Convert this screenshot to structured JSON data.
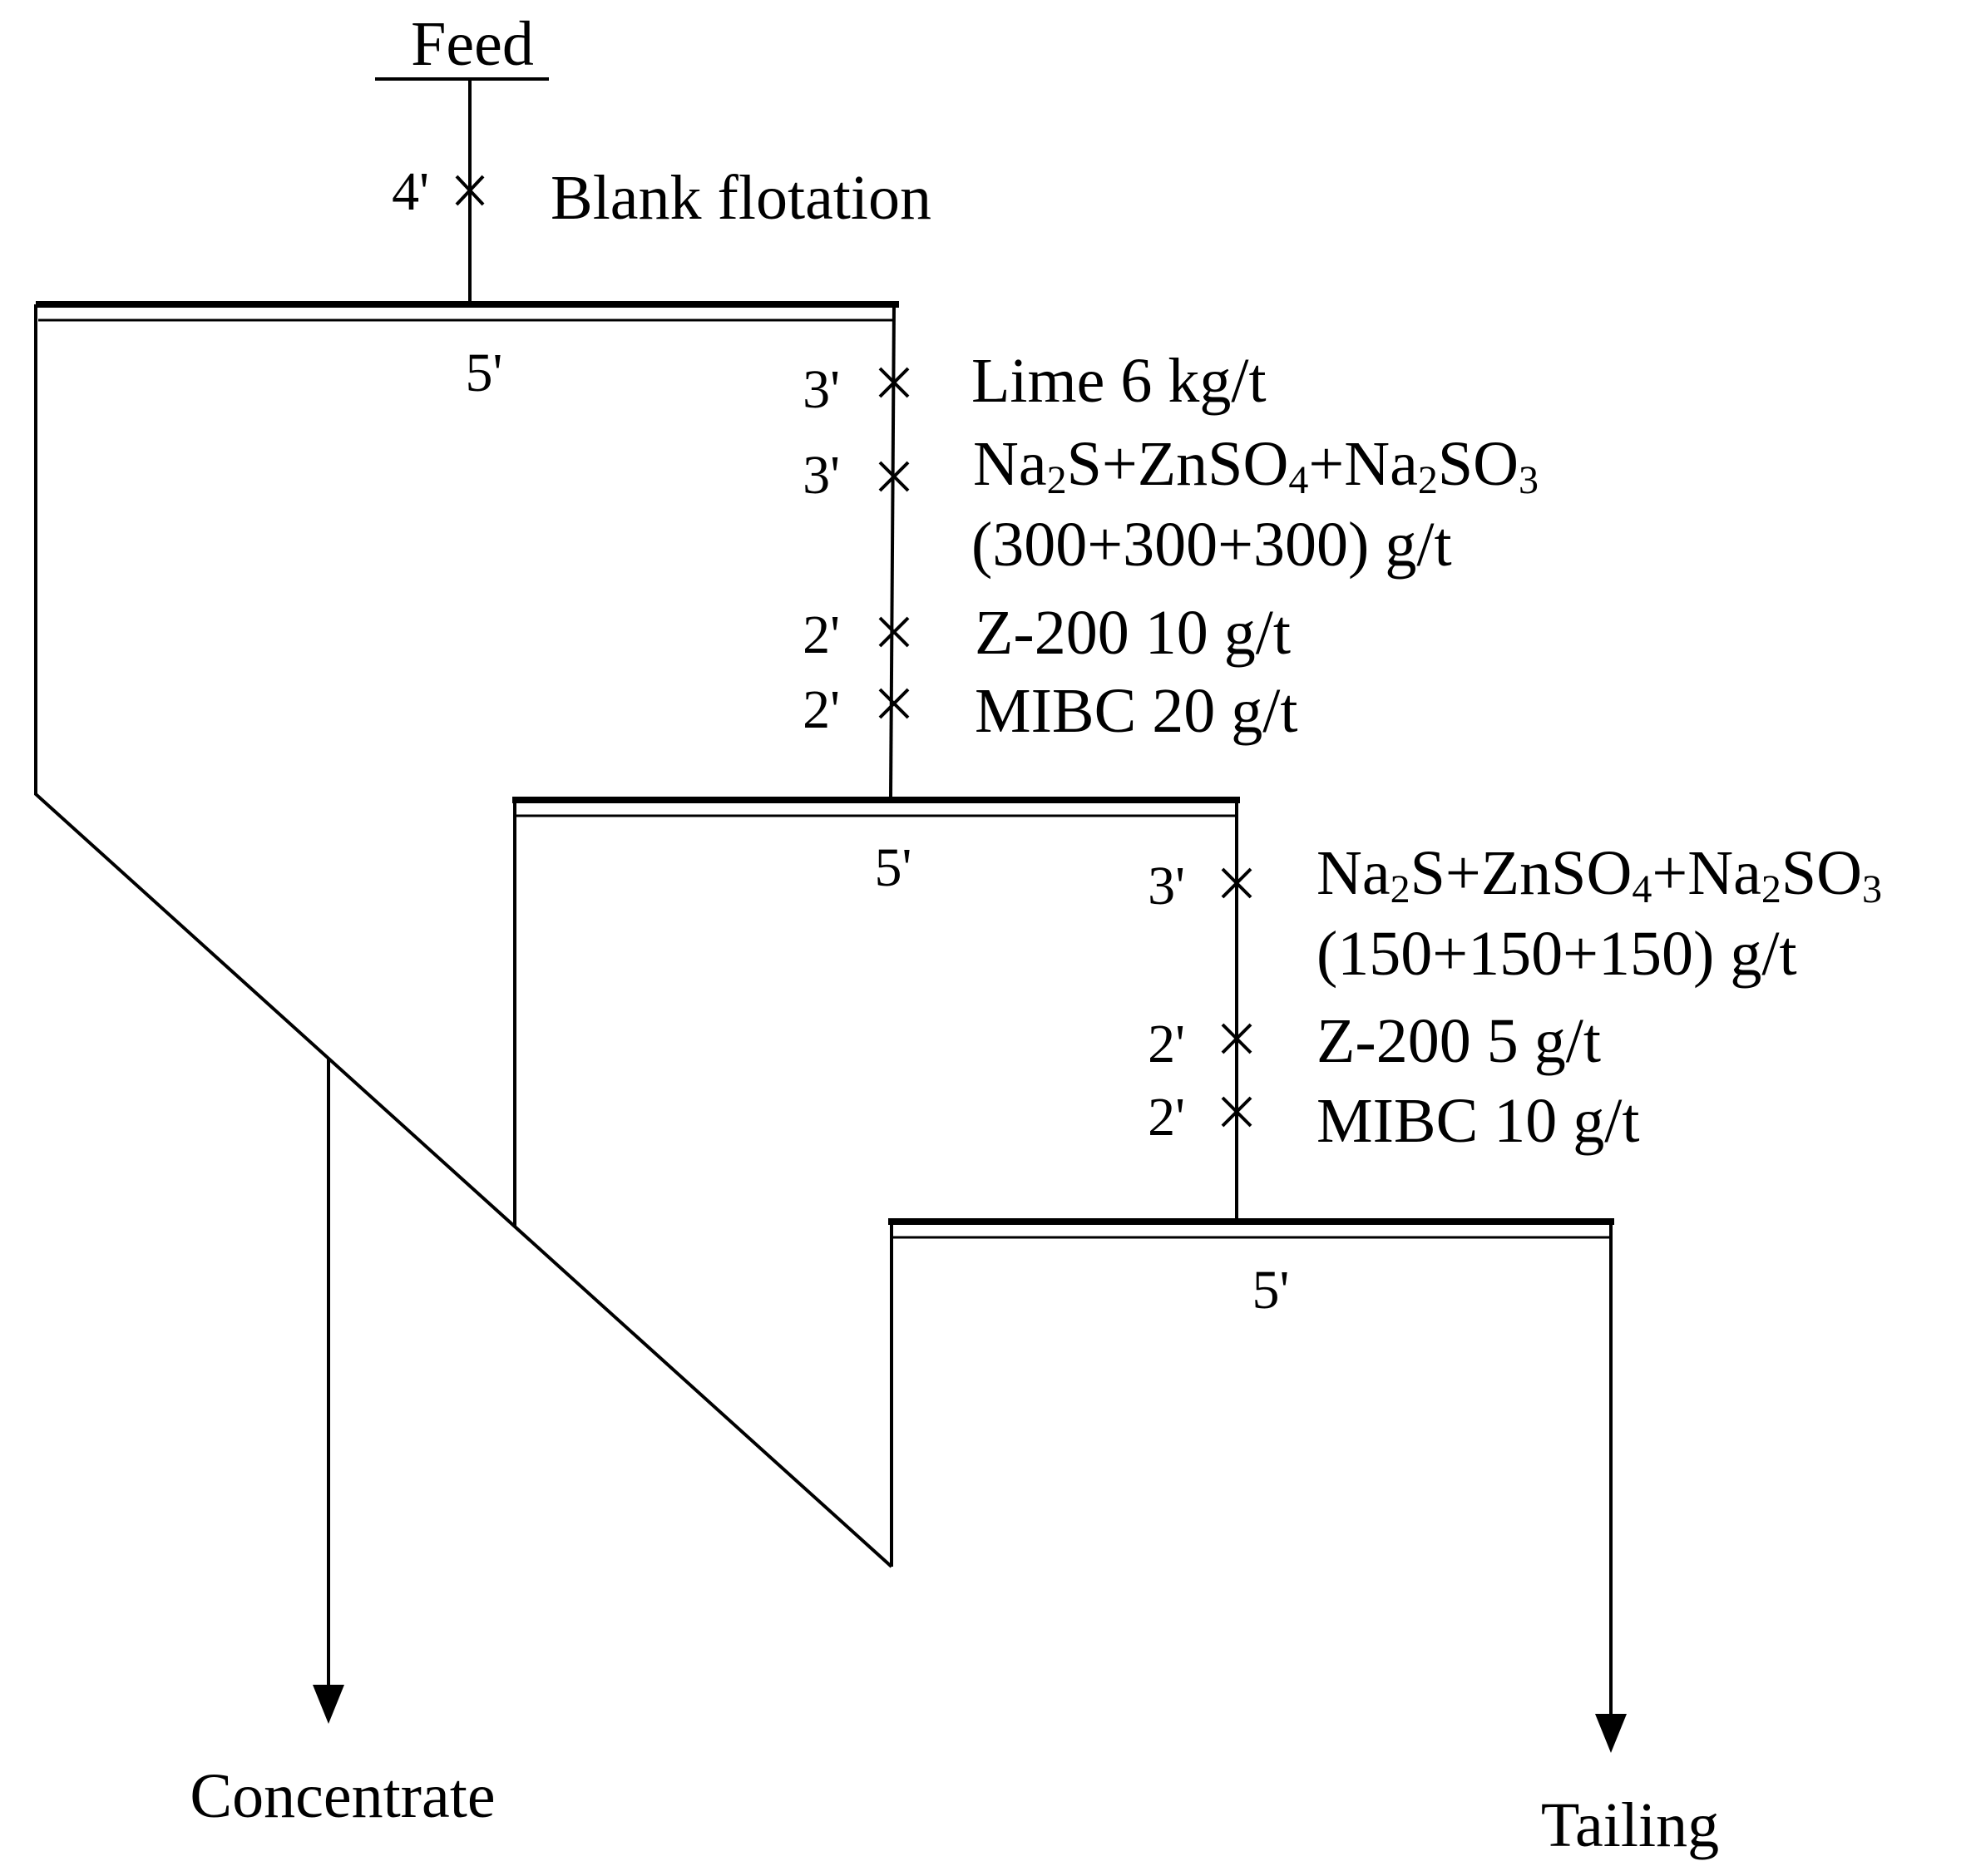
{
  "feed": "Feed",
  "blank_flotation": {
    "time": "4'",
    "label": "Blank flotation"
  },
  "stages": [
    {
      "cell_time": "5'"
    },
    {
      "cell_time": "5'"
    },
    {
      "cell_time": "5'"
    }
  ],
  "reagents_stage1": [
    {
      "time": "3'",
      "text": "Lime  6 kg/t"
    },
    {
      "time": "3'",
      "text_parts": [
        "Na",
        "2",
        "S+ZnSO",
        "4",
        "+Na",
        "2",
        "SO",
        "3"
      ],
      "dosage": "(300+300+300) g/t"
    },
    {
      "time": "2'",
      "text": "Z-200 10 g/t"
    },
    {
      "time": "2'",
      "text": "MIBC 20 g/t"
    }
  ],
  "reagents_stage2": [
    {
      "time": "3'",
      "text_parts": [
        "Na",
        "2",
        "S+ZnSO",
        "4",
        "+Na",
        "2",
        "SO",
        "3"
      ],
      "dosage": "(150+150+150) g/t"
    },
    {
      "time": "2'",
      "text": "Z-200  5 g/t"
    },
    {
      "time": "2'",
      "text": "MIBC 10 g/t"
    }
  ],
  "outputs": {
    "concentrate": "Concentrate",
    "tailing": "Tailing"
  },
  "colors": {
    "line": "#000000",
    "background": "#ffffff"
  }
}
